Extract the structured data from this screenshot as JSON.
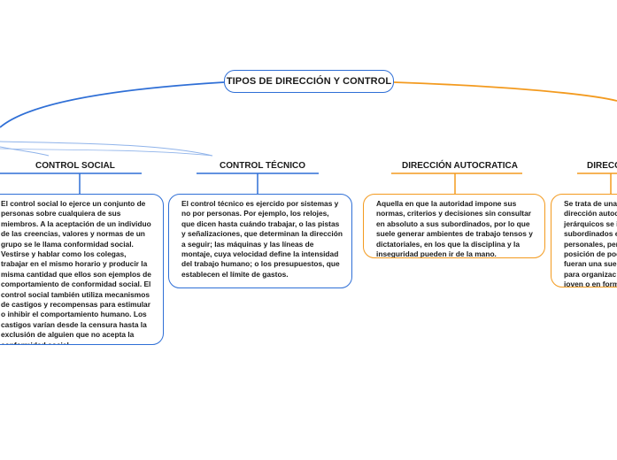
{
  "root": {
    "title": "TIPOS DE DIRECCIÓN Y CONTROL"
  },
  "topics": [
    {
      "id": "control-social",
      "label": "CONTROL SOCIAL",
      "color": "#2f6fd6",
      "text": "El control social lo ejerce un conjunto de personas sobre cualquiera de sus miembros.  A la aceptación de un individuo de las creencias, valores y normas de un grupo se le llama conformidad social. Vestirse y hablar como los colegas, trabajar en el mismo horario y producir la misma cantidad que ellos son ejemplos de comportamiento de conformidad social.  El control social también utiliza mecanismos de castigos y recompensas para estimular o inhibir el comportamiento humano. Los castigos varían desde la censura hasta la exclusión de alguien que no acepta la conformidad social."
    },
    {
      "id": "control-tecnico",
      "label": "CONTROL TÉCNICO",
      "color": "#2f6fd6",
      "text": "El control técnico es ejercido por sistemas y no por personas.  Por ejemplo, los relojes, que dicen hasta cuándo trabajar, o las pistas y señalizaciones, que determinan la dirección a seguir; las máquinas y las líneas de montaje, cuya velocidad define la intensidad del trabajo humano; o los presupuestos, que establecen el límite de gastos."
    },
    {
      "id": "direccion-autocratica",
      "label": "DIRECCIÓN AUTOCRATICA",
      "color": "#f39a1e",
      "text": "Aquella en que la autoridad impone sus normas, criterios y decisiones sin consultar en absoluto a sus subordinados, por lo que suele generar ambientes de trabajo tensos y dictatoriales, en los que la disciplina y la inseguridad pueden ir de la mano."
    },
    {
      "id": "direccion-4",
      "label": "DIRECC",
      "color": "#f39a1e",
      "text": "Se trata de una dirección autoc jerárquicos se i subordinados e personales, per posición de poc fueran una sue para organizac joven o en form"
    }
  ],
  "colors": {
    "blue": "#2f6fd6",
    "orange": "#f39a1e",
    "text": "#1a1a1a"
  }
}
